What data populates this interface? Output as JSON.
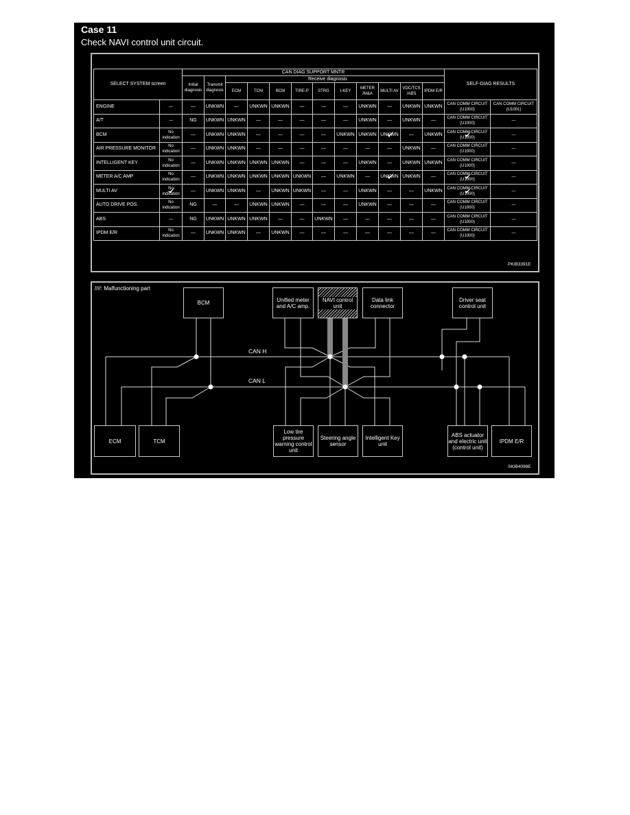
{
  "header": {
    "title": "Case 11",
    "subtitle": "Check NAVI control unit circuit."
  },
  "table": {
    "select_system_header": "SELECT SYSTEM screen",
    "can_diag_header": "CAN DIAG SUPPORT MNTR",
    "receive_header": "Receive diagnosis",
    "self_diag_header": "SELF-DIAG RESULTS",
    "columns": [
      "Initial diagnosis",
      "Transmit diagnosis",
      "ECM",
      "TCM",
      "BCM",
      "TIRE-P",
      "STRG",
      "I-KEY",
      "METER /M&A",
      "MULTI AV",
      "VDC/TCS /ABS",
      "IPDM E/R"
    ],
    "rows": [
      {
        "system": "ENGINE",
        "screen": "—",
        "cells": [
          "—",
          "UNKWN",
          "—",
          "UNKWN",
          "UNKWN",
          "—",
          "—",
          "—",
          "UNKWN",
          "—",
          "UNKWN",
          "UNKWN"
        ],
        "self": [
          "CAN COMM CIRCUIT (U1000)",
          "CAN COMM CIRCUIT (U1001)"
        ],
        "checked": []
      },
      {
        "system": "A/T",
        "screen": "—",
        "cells": [
          "NG",
          "UNKWN",
          "UNKWN",
          "—",
          "—",
          "—",
          "—",
          "—",
          "UNKWN",
          "—",
          "UNKWN",
          "—"
        ],
        "self": [
          "CAN COMM CIRCUIT (U1000)",
          "—"
        ],
        "checked": []
      },
      {
        "system": "BCM",
        "screen": "No indication",
        "cells": [
          "—",
          "UNKWN",
          "UNKWN",
          "—",
          "—",
          "—",
          "—",
          "UNKWN",
          "UNKWN",
          "UNKWN",
          "—",
          "UNKWN"
        ],
        "self": [
          "CAN COMM CIRCUIT (U1000)",
          "—"
        ],
        "checked": [
          "MULTI AV",
          "self"
        ]
      },
      {
        "system": "AIR PRESSURE MONITOR",
        "screen": "No indication",
        "cells": [
          "—",
          "UNKWN",
          "UNKWN",
          "—",
          "—",
          "—",
          "—",
          "—",
          "—",
          "—",
          "UNKWN",
          "—"
        ],
        "self": [
          "CAN COMM CIRCUIT (U1000)",
          "—"
        ],
        "checked": []
      },
      {
        "system": "INTELLIGENT KEY",
        "screen": "No indication",
        "cells": [
          "—",
          "UNKWN",
          "UNKWN",
          "UNKWN",
          "UNKWN",
          "—",
          "—",
          "—",
          "UNKWN",
          "—",
          "UNKWN",
          "UNKWN"
        ],
        "self": [
          "CAN COMM CIRCUIT (U1000)",
          "—"
        ],
        "checked": []
      },
      {
        "system": "METER A/C AMP",
        "screen": "No indication",
        "cells": [
          "—",
          "UNKWN",
          "UNKWN",
          "UNKWN",
          "UNKWN",
          "UNKWN",
          "—",
          "UNKWN",
          "—",
          "UNKWN",
          "UNKWN",
          "—"
        ],
        "self": [
          "CAN COMM CIRCUIT (U1000)",
          "—"
        ],
        "checked": [
          "MULTI AV",
          "self"
        ]
      },
      {
        "system": "MULTI AV",
        "screen": "No indication",
        "cells": [
          "—",
          "UNKWN",
          "UNKWN",
          "—",
          "UNKWN",
          "UNKWN",
          "—",
          "—",
          "UNKWN",
          "—",
          "—",
          "UNKWN"
        ],
        "self": [
          "CAN COMM CIRCUIT (U1000)",
          "—"
        ],
        "checked": [
          "screen",
          "self"
        ]
      },
      {
        "system": "AUTO DRIVE POS.",
        "screen": "No indication",
        "cells": [
          "NG",
          "—",
          "—",
          "UNKWN",
          "UNKWN",
          "—",
          "—",
          "—",
          "UNKWN",
          "—",
          "—",
          "—"
        ],
        "self": [
          "CAN COMM CIRCUIT (U1000)",
          "—"
        ],
        "checked": []
      },
      {
        "system": "ABS",
        "screen": "—",
        "cells": [
          "NG",
          "UNKWN",
          "UNKWN",
          "UNKWN",
          "—",
          "—",
          "UNKWN",
          "—",
          "—",
          "—",
          "—",
          "—"
        ],
        "self": [
          "CAN COMM CIRCUIT (U1000)",
          "—"
        ],
        "checked": []
      },
      {
        "system": "IPDM E/R",
        "screen": "No indication",
        "cells": [
          "—",
          "UNKWN",
          "UNKWN",
          "—",
          "UNKWN",
          "—",
          "—",
          "—",
          "—",
          "—",
          "—",
          "—"
        ],
        "self": [
          "CAN COMM CIRCUIT (U1000)",
          "—"
        ],
        "checked": []
      }
    ],
    "figure_code": "PKIB3391E"
  },
  "diagram": {
    "legend": "////: Malfunctioning part",
    "can_h": "CAN H",
    "can_l": "CAN L",
    "units": {
      "bcm": "BCM",
      "meter": "Unified meter and A/C amp.",
      "navi": "NAVI control unit",
      "dlc": "Data link connector",
      "seat": "Driver seat control unit",
      "ecm": "ECM",
      "tcm": "TCM",
      "tire": "Low tire pressure warning control unit",
      "strg": "Steering angle sensor",
      "ikey": "Intelligent Key unit",
      "abs": "ABS actuator and electric unit (control unit)",
      "ipdm": "IPDM E/R"
    },
    "malfunctioning_unit": "NAVI control unit",
    "figure_code": "SKIB4098E"
  }
}
